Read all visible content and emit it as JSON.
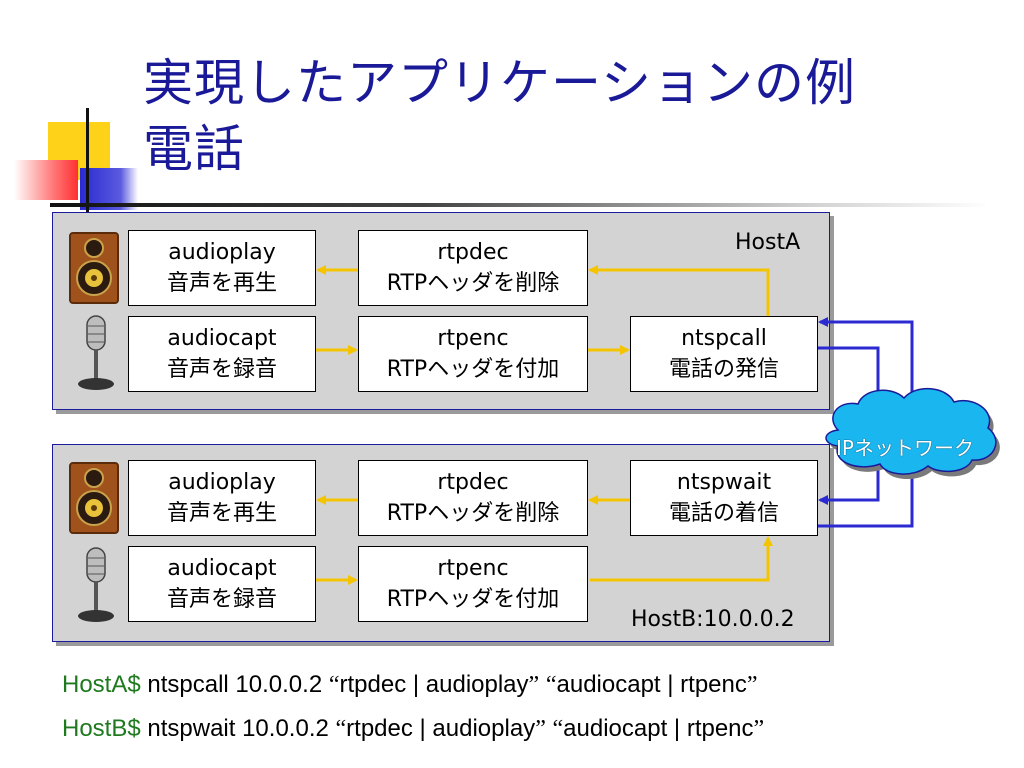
{
  "slide": {
    "title_line1": "実現したアプリケーションの例",
    "title_line2": "電話"
  },
  "hostA": {
    "label": "HostA",
    "audioplay": {
      "name": "audioplay",
      "desc": "音声を再生"
    },
    "rtpdec": {
      "name": "rtpdec",
      "desc": "RTPヘッダを削除"
    },
    "audiocapt": {
      "name": "audiocapt",
      "desc": "音声を録音"
    },
    "rtpenc": {
      "name": "rtpenc",
      "desc": "RTPヘッダを付加"
    },
    "ntsp": {
      "name": "ntspcall",
      "desc": "電話の発信"
    }
  },
  "hostB": {
    "label": "HostB:10.0.0.2",
    "audioplay": {
      "name": "audioplay",
      "desc": "音声を再生"
    },
    "rtpdec": {
      "name": "rtpdec",
      "desc": "RTPヘッダを削除"
    },
    "audiocapt": {
      "name": "audiocapt",
      "desc": "音声を録音"
    },
    "rtpenc": {
      "name": "rtpenc",
      "desc": "RTPヘッダを付加"
    },
    "ntsp": {
      "name": "ntspwait",
      "desc": "電話の着信"
    }
  },
  "network": {
    "label": "IPネットワーク"
  },
  "commands": [
    {
      "prompt": "HostA$",
      "command": "ntspcall 10.0.0.2",
      "q_open": "“",
      "arg1": "rtpdec | audioplay",
      "q_close": "”",
      "arg2": "audiocapt | rtpenc"
    },
    {
      "prompt": "HostB$",
      "command": "ntspwait 10.0.0.2",
      "q_open": "“",
      "arg1": "rtpdec | audioplay",
      "q_close": "”",
      "arg2": "audiocapt | rtpenc"
    }
  ],
  "colors": {
    "title": "#1a1a99",
    "arrow_local": "#f5c400",
    "arrow_network": "#2a2ad0",
    "prompt": "#1f7a1f",
    "cloud": "#19b6f0"
  }
}
